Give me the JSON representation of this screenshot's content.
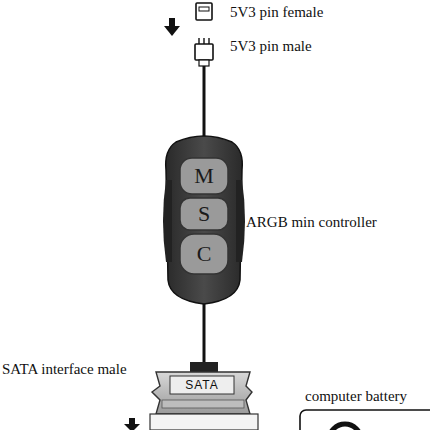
{
  "diagram": {
    "nodes": [
      {
        "text": [
          "M"
        ]
      },
      {
        "text": [
          "S"
        ]
      },
      {
        "text": [
          "C"
        ]
      },
      {
        "text": [
          "SATA"
        ]
      }
    ],
    "labels": [
      "5V3 pin female",
      "5V3 pin male",
      "ARGB min controller",
      "SATA interface male",
      "computer battery"
    ]
  }
}
